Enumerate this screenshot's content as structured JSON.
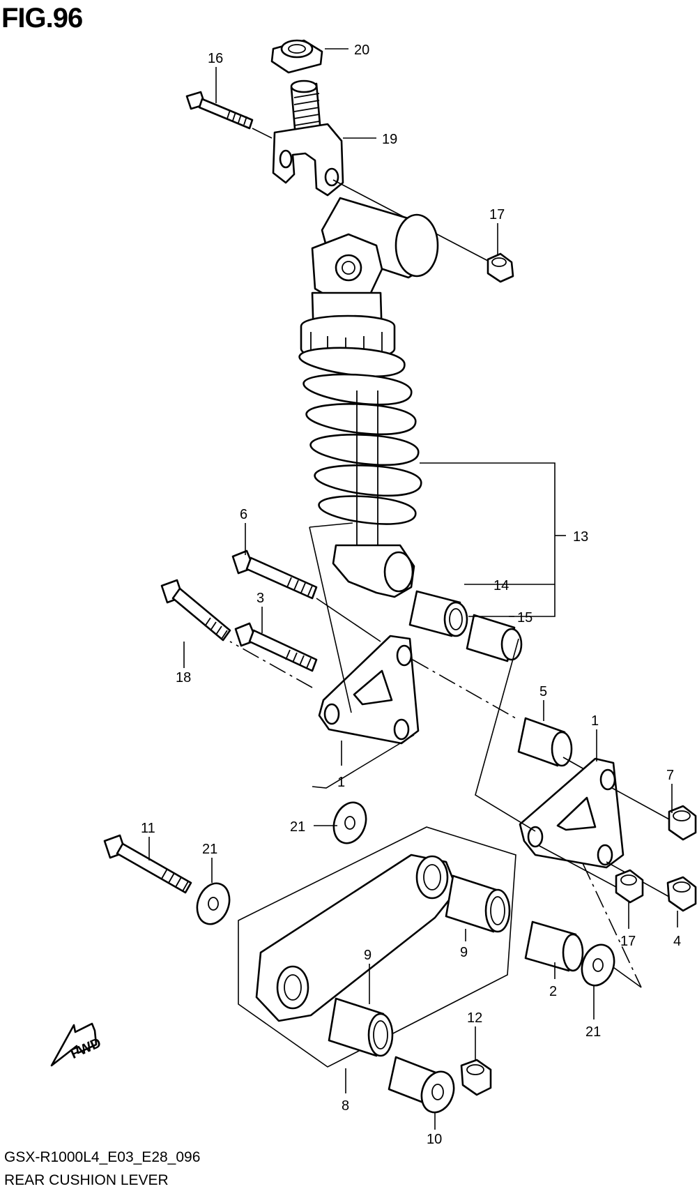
{
  "header": {
    "title": "FIG.96"
  },
  "footer": {
    "model_code": "GSX-R1000L4_E03_E28_096",
    "part_group": "REAR CUSHION LEVER"
  },
  "callouts": [
    "20",
    "16",
    "19",
    "17",
    "6",
    "13",
    "14",
    "15",
    "3",
    "18",
    "5",
    "1",
    "7",
    "1",
    "21",
    "11",
    "21",
    "9",
    "9",
    "17",
    "4",
    "2",
    "12",
    "21",
    "8",
    "10"
  ],
  "fwd_label": "FWD"
}
